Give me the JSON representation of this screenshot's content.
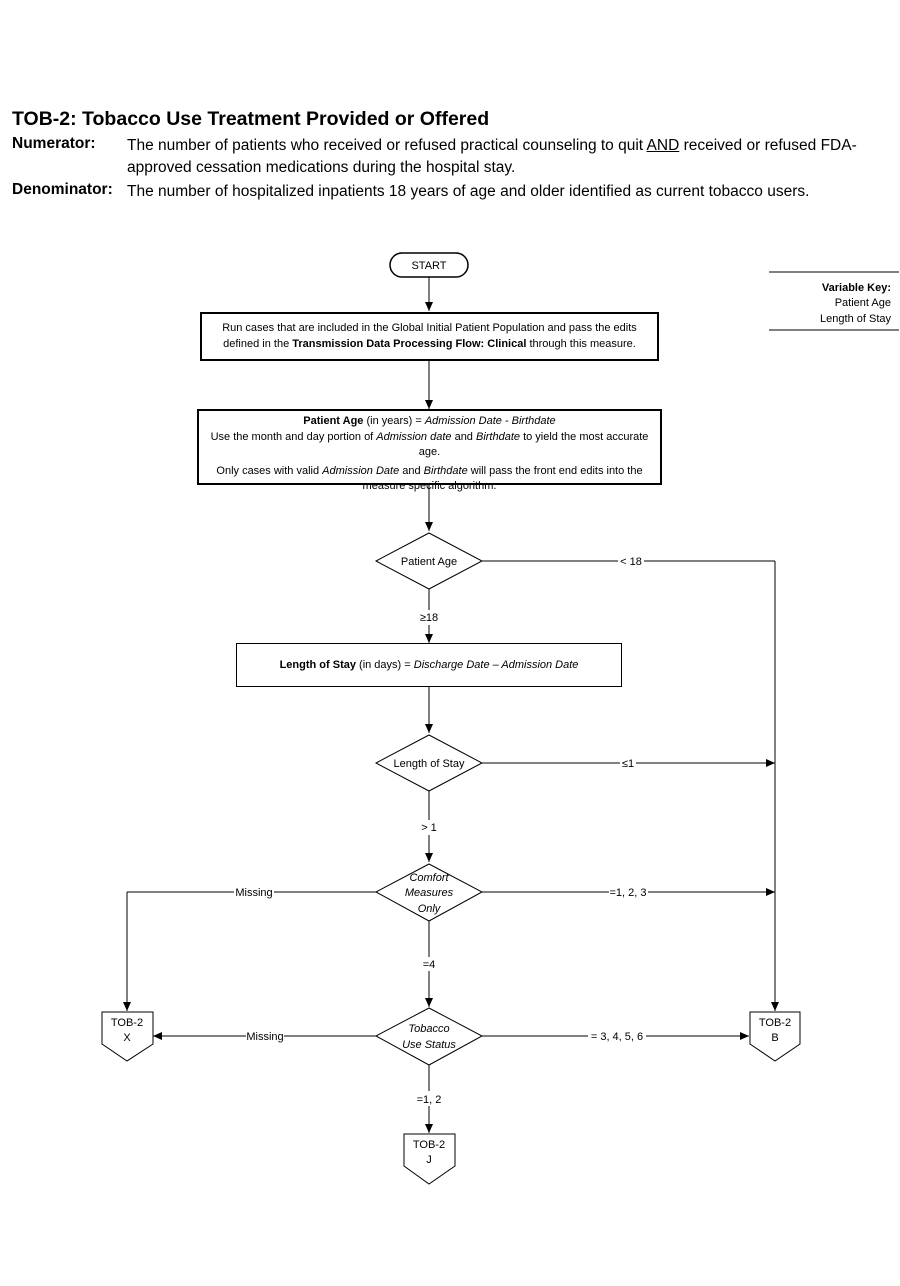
{
  "header": {
    "title": "TOB-2:  Tobacco Use Treatment Provided or Offered",
    "numerator_label": "Numerator:",
    "numerator_pre": "The number of patients who received or refused practical counseling to quit ",
    "numerator_emph": "AND",
    "numerator_post": " received or refused FDA-approved cessation medications during the hospital stay.",
    "denominator_label": "Denominator:",
    "denominator_text": "The number of hospitalized inpatients 18 years of age and older identified as current tobacco users."
  },
  "variable_key": {
    "heading": "Variable Key:",
    "items": [
      "Patient Age",
      "Length of Stay"
    ]
  },
  "nodes": {
    "start": "START",
    "run_cases_1": "Run cases that are included in the Global Initial Patient Population and pass the edits defined in the ",
    "run_cases_bold": "Transmission Data Processing Flow: Clinical",
    "run_cases_2": " through this measure.",
    "age_calc_bold": "Patient Age",
    "age_calc_units": " (in years) = ",
    "age_calc_formula": "Admission Date - Birthdate",
    "age_note_1": "Use the month and day portion of ",
    "age_note_adm": "Admission date",
    "age_note_and": " and ",
    "age_note_birth": "Birthdate",
    "age_note_2": " to yield the most accurate age.",
    "age_valid_1": "Only cases with valid ",
    "age_valid_adm": "Admission Date",
    "age_valid_and": " and ",
    "age_valid_birth": "Birthdate",
    "age_valid_2": " will pass the front end edits  into the measure specific algorithm.",
    "los_calc_bold": "Length of Stay",
    "los_calc_units": " (in days)  = ",
    "los_calc_formula": "Discharge Date – Admission Date",
    "dec_patient_age": "Patient Age",
    "dec_los": "Length of Stay",
    "dec_comfort_1": "Comfort",
    "dec_comfort_2": "Measures",
    "dec_comfort_3": "Only",
    "dec_tobacco_1": "Tobacco",
    "dec_tobacco_2": "Use Status",
    "out_x_1": "TOB-2",
    "out_x_2": "X",
    "out_b_1": "TOB-2",
    "out_b_2": "B",
    "out_j_1": "TOB-2",
    "out_j_2": "J"
  },
  "edges": {
    "age_lt18": "< 18",
    "age_ge18": "≥18",
    "los_le1": "≤1",
    "los_gt1": "> 1",
    "comfort_missing": "Missing",
    "comfort_123": "=1, 2, 3",
    "comfort_4": "=4",
    "tobacco_missing": "Missing",
    "tobacco_3456": "= 3,  4,  5, 6",
    "tobacco_12": "=1, 2"
  }
}
